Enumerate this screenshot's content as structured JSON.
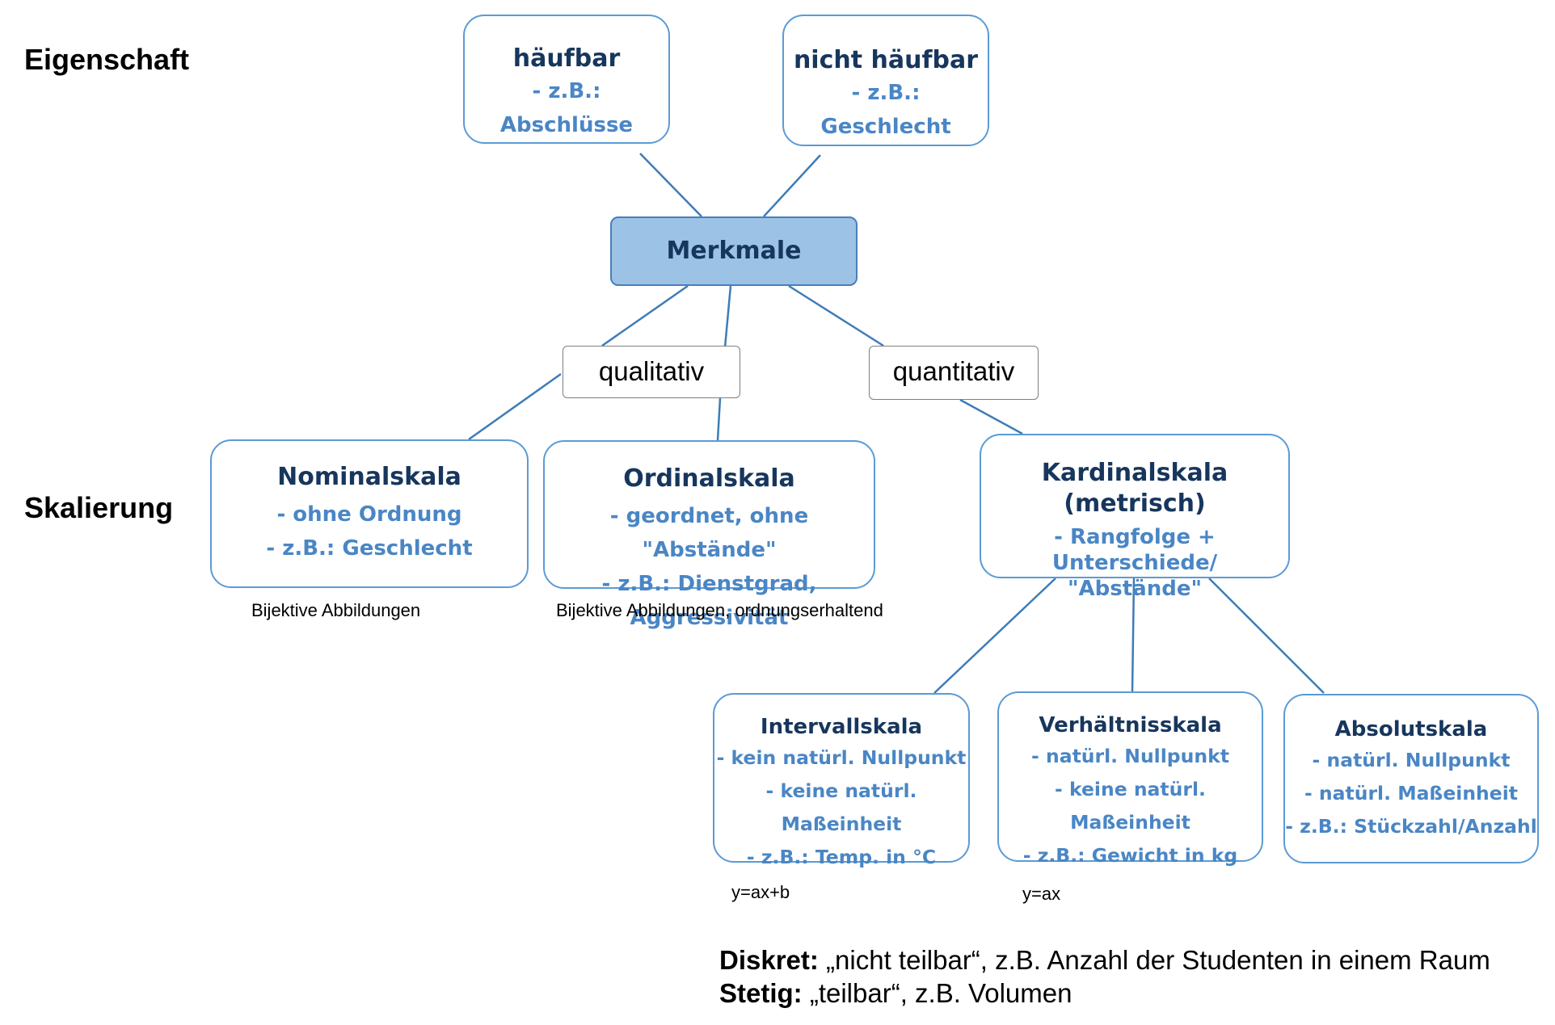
{
  "labels": {
    "eigenschaft": "Eigenschaft",
    "skalierung": "Skalierung"
  },
  "root": {
    "title": "Merkmale"
  },
  "eigenschaft_boxes": [
    {
      "title": "häufbar",
      "lines": [
        "- z.B.: Abschlüsse"
      ]
    },
    {
      "title": "nicht häufbar",
      "lines": [
        "- z.B.: Geschlecht"
      ]
    }
  ],
  "types": {
    "qualitativ": "qualitativ",
    "quantitativ": "quantitativ"
  },
  "scales": {
    "nominal": {
      "title": "Nominalskala",
      "lines": [
        "- ohne Ordnung",
        "- z.B.: Geschlecht"
      ]
    },
    "ordinal": {
      "title": "Ordinalskala",
      "lines": [
        "- geordnet, ohne \"Abstände\"",
        "- z.B.: Dienstgrad, Aggressivität"
      ]
    },
    "kardinal": {
      "title": "Kardinalskala (metrisch)",
      "lines": [
        "- Rangfolge + Unterschiede/",
        "\"Abstände\""
      ]
    },
    "intervall": {
      "title": "Intervallskala",
      "lines": [
        "- kein natürl. Nullpunkt",
        "- keine natürl. Maßeinheit",
        "- z.B.: Temp. in °C"
      ]
    },
    "verhaeltnis": {
      "title": "Verhältnisskala",
      "lines": [
        "- natürl. Nullpunkt",
        "- keine natürl. Maßeinheit",
        "- z.B.: Gewicht in kg"
      ]
    },
    "absolut": {
      "title": "Absolutskala",
      "lines": [
        "- natürl. Nullpunkt",
        "- natürl. Maßeinheit",
        "- z.B.: Stückzahl/Anzahl"
      ]
    }
  },
  "captions": {
    "nominal": "Bijektive Abbildungen",
    "ordinal": "Bijektive Abbildungen, ordnungserhaltend",
    "intervall": "y=ax+b",
    "verhaeltnis": "y=ax"
  },
  "definitions": {
    "diskret_term": "Diskret:",
    "diskret_text": " „nicht teilbar“, z.B. Anzahl der Studenten in einem Raum",
    "stetig_term": "Stetig:",
    "stetig_text": " „teilbar“, z.B. Volumen"
  },
  "colors": {
    "box_border": "#5b9bd5",
    "root_fill": "#9cc3e6",
    "title_text": "#17365d",
    "line_text": "#4a86c5",
    "connector": "#3e7cb8"
  }
}
